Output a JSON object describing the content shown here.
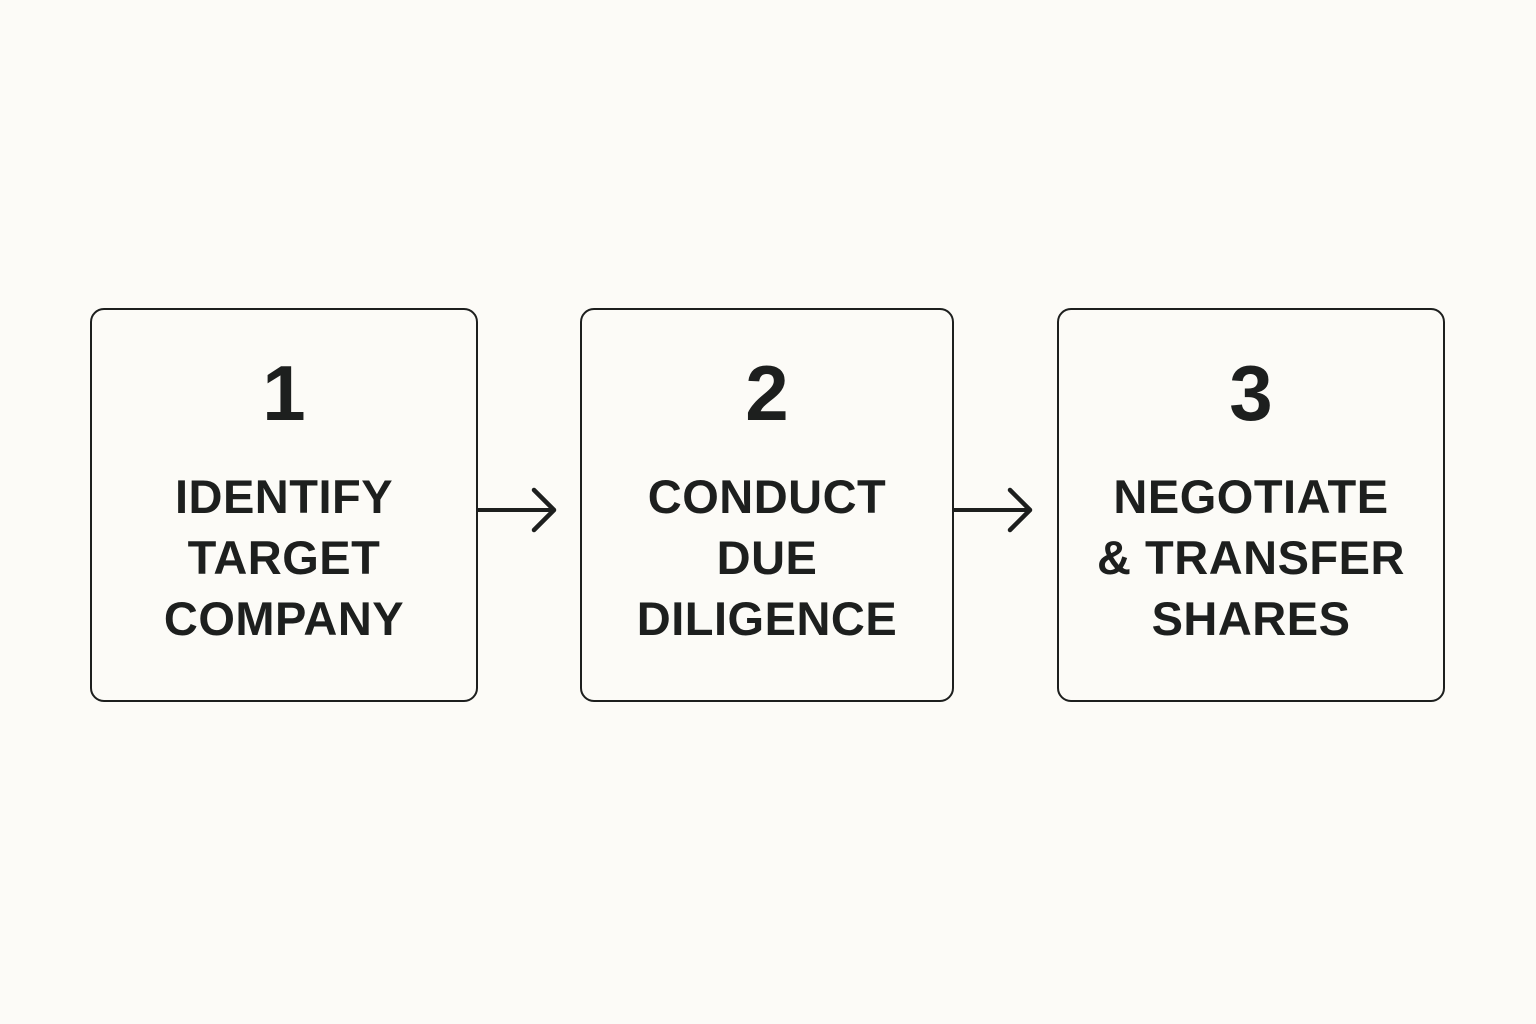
{
  "steps": [
    {
      "number": "1",
      "label": "IDENTIFY\nTARGET\nCOMPANY"
    },
    {
      "number": "2",
      "label": "CONDUCT\nDUE\nDILIGENCE"
    },
    {
      "number": "3",
      "label": "NEGOTIATE\n& TRANSFER\nSHARES"
    }
  ],
  "colors": {
    "background": "#fcfbf7",
    "ink": "#1d1f1e"
  },
  "icons": {
    "connector": "right-arrow-icon"
  }
}
